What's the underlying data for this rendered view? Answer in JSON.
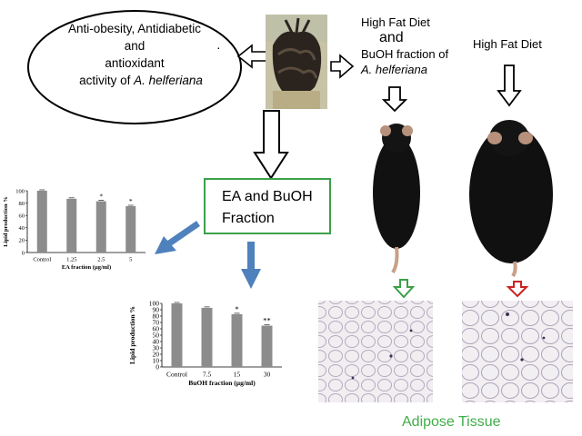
{
  "left_box": {
    "lines": [
      "Anti-obesity, Antidiabetic",
      "and",
      "antioxidant"
    ],
    "line4_prefix": "activity of ",
    "line4_species": "A. helferiana"
  },
  "diet_group": {
    "line1": "High Fat Diet",
    "line2": "and",
    "line3": "BuOH fraction of",
    "species": "A. helferiana",
    "arrow_color": "#3aa04a"
  },
  "control_group": {
    "label": "High Fat Diet",
    "arrow_color": "#cc2222"
  },
  "fraction_box": {
    "line1": "EA and BuOH",
    "line2": "Fraction",
    "border_color": "#3aa04a"
  },
  "tissue_label": "Adipose Tissue",
  "colors": {
    "bar": "#8c8c8c",
    "blue_arrow": "#4f81bd",
    "green_text": "#3fae49"
  },
  "chart_data": [
    {
      "type": "bar",
      "categories": [
        "Control",
        "1.25",
        "2.5",
        "5"
      ],
      "values": [
        100,
        87,
        83,
        75
      ],
      "significance": [
        "",
        "",
        "*",
        "*"
      ],
      "xlabel": "EA fraction (µg/ml)",
      "ylabel": "Lipid production %",
      "yticks": [
        0,
        20,
        40,
        60,
        80,
        100
      ],
      "ylim": [
        0,
        100
      ]
    },
    {
      "type": "bar",
      "categories": [
        "Control",
        "7.5",
        "15",
        "30"
      ],
      "values": [
        100,
        93,
        83,
        65
      ],
      "significance": [
        "",
        "",
        "*",
        "**"
      ],
      "xlabel": "BuOH fraction (µg/ml)",
      "ylabel": "Lipid production %",
      "yticks": [
        0,
        10,
        20,
        30,
        40,
        50,
        60,
        70,
        80,
        90,
        100
      ],
      "ylim": [
        0,
        100
      ]
    }
  ]
}
